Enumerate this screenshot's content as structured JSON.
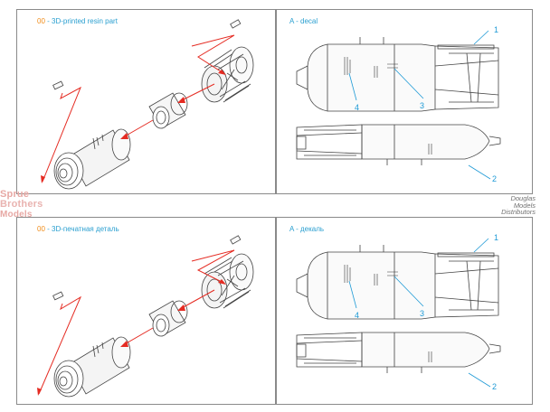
{
  "panels": {
    "top_left": {
      "code": "00",
      "caption": " - 3D-printed resin part"
    },
    "top_right": {
      "code": "A",
      "caption": " - decal",
      "callouts": [
        "1",
        "3",
        "4",
        "2"
      ]
    },
    "bottom_left": {
      "code": "00",
      "caption": " - 3D-печатная деталь"
    },
    "bottom_right": {
      "code": "A",
      "caption": " - декаль",
      "callouts": [
        "1",
        "3",
        "4",
        "2"
      ]
    }
  },
  "watermark": {
    "line1": "Sprue",
    "line2": "Brothers",
    "line3": "Models"
  },
  "brand": {
    "line1": "Douglas",
    "line2": "Models",
    "line3": "Distributors"
  },
  "colors": {
    "caption": "#2a9fd0",
    "code": "#f08c1a",
    "arrow": "#e52b22",
    "leader": "#1e9ad6"
  }
}
